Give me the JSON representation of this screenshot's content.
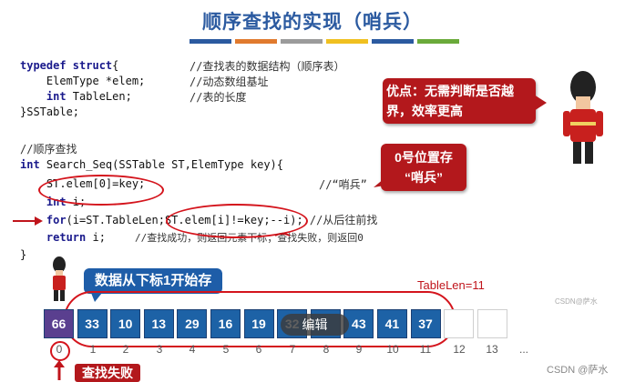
{
  "title": "顺序查找的实现（哨兵）",
  "color_bar": [
    "#2b5aa0",
    "#e07a2e",
    "#9b9b9b",
    "#f0c020",
    "#2b5aa0",
    "#6aaa3a"
  ],
  "code": {
    "l1": {
      "kw": "typedef struct",
      "rest": "{",
      "comment": "//查找表的数据结构（顺序表）"
    },
    "l2": {
      "text": "    ElemType *elem;",
      "comment": "//动态数组基址"
    },
    "l3": {
      "kw": "    int",
      "rest": " TableLen;",
      "comment": "//表的长度"
    },
    "l4": {
      "text": "}SSTable;"
    },
    "l6": {
      "text": "//顺序查找"
    },
    "l7": {
      "kw": "int",
      "rest": " Search_Seq(SSTable ST,ElemType key){"
    },
    "l8": {
      "text": "    ST.elem[0]=key;",
      "comment": "//“哨兵”"
    },
    "l9": {
      "kw": "    int",
      "rest": " i;"
    },
    "l10": {
      "kw": "    for",
      "rest": "(i=ST.TableLen;ST.elem[i]!=key;--i);",
      "comment": "//从后往前找"
    },
    "l11": {
      "kw": "    return",
      "rest": " i;",
      "comment": "//查找成功，则返回元素下标；查找失败，则返回0"
    },
    "l12": {
      "text": "}"
    }
  },
  "callouts": {
    "advantage": "优点：无需判断是否越界，效率更高",
    "sentinel_line1": "0号位置存",
    "sentinel_line2": "“哨兵”",
    "start_note": "数据从下标1开始存",
    "table_len": "TableLen=11",
    "fail": "查找失败",
    "edit_overlay": "编辑"
  },
  "array": {
    "cells": [
      "66",
      "33",
      "10",
      "13",
      "29",
      "16",
      "19",
      "32",
      "",
      "43",
      "41",
      "37",
      "",
      ""
    ],
    "indices": [
      "0",
      "1",
      "2",
      "3",
      "4",
      "5",
      "6",
      "7",
      "8",
      "9",
      "10",
      "11",
      "12",
      "13",
      "..."
    ]
  },
  "watermark": "CSDN @萨水",
  "faint_text": "CSDN@萨水"
}
